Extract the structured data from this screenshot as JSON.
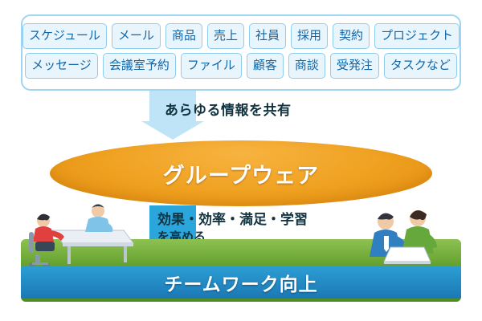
{
  "diagram": {
    "title_label": "グループウェア",
    "tag_panel": {
      "rows": [
        [
          "スケジュール",
          "メール",
          "商品",
          "売上",
          "社員",
          "採用",
          "契約",
          "プロジェクト"
        ],
        [
          "メッセージ",
          "会議室予約",
          "ファイル",
          "顧客",
          "商談",
          "受発注",
          "タスクなど"
        ]
      ]
    },
    "arrow_top_caption": "あらゆる情報を共有",
    "arrow_bottom_caption_line1": "効果・効率・満足・学習",
    "arrow_bottom_caption_line2": "を高める",
    "bottom_band_label": "チームワーク向上",
    "colors": {
      "tag_fill": "#e8f5fd",
      "tag_border": "#8fcdee",
      "tag_text": "#1166a8",
      "panel_border": "#9fd6f2",
      "arrow_top": "#bfe4f7",
      "arrow_bottom": "#2aa6dd",
      "ellipse": "#efa01f",
      "band_green": "#6fae38",
      "band_blue": "#2c9ed4"
    },
    "illustrations": {
      "left_label": "people-meeting-at-desk-illustration",
      "right_label": "people-at-laptop-illustration"
    }
  }
}
